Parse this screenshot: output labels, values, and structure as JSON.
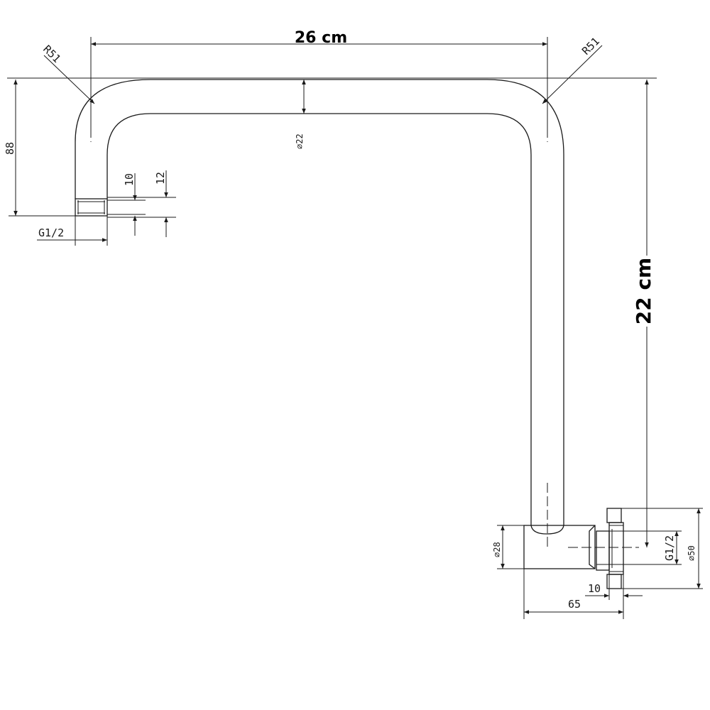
{
  "labels": {
    "width_overall": "26 cm",
    "height_overall": "22 cm",
    "radius_left": "R51",
    "radius_right": "R51",
    "pipe_diameter": "∅22",
    "drop_height": "88",
    "thread_len_10": "10",
    "thread_len_12": "12",
    "thread_left": "G1/2",
    "base_diameter_28": "∅28",
    "thread_right": "G1/2",
    "flange_diameter": "∅50",
    "flange_10": "10",
    "base_len": "65"
  }
}
